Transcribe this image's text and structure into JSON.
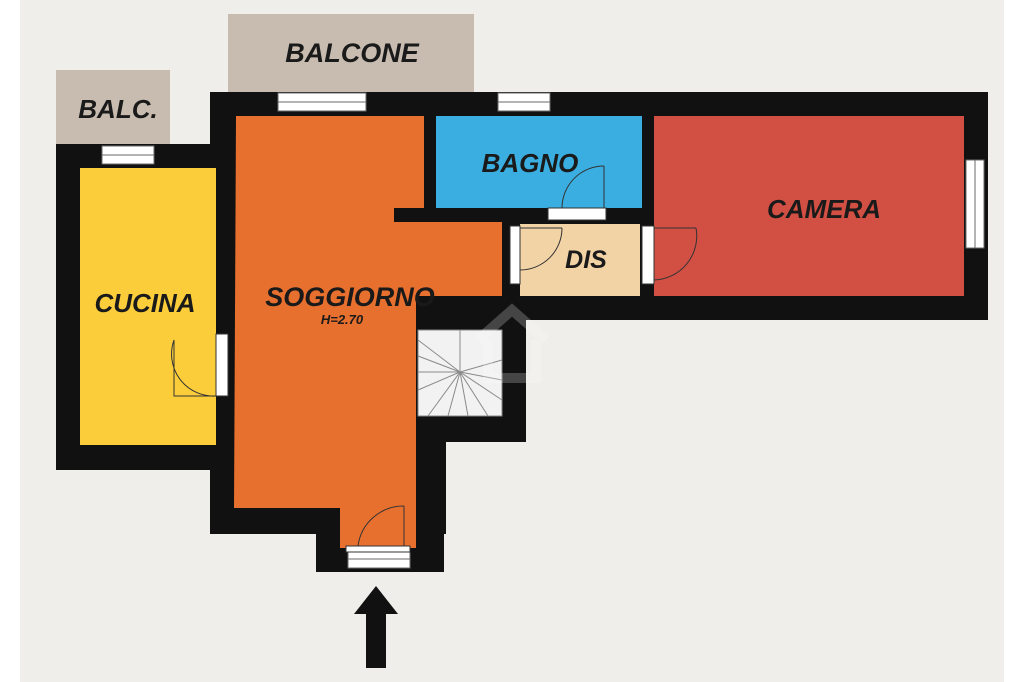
{
  "colors": {
    "background": "#f0eeea",
    "wall": "#111111",
    "balcony": "#c8bcb0",
    "soggiorno": "#e8702f",
    "cucina": "#fccd3a",
    "bagno": "#3aaee0",
    "camera": "#d24f43",
    "dis": "#f2d3a5",
    "stairs": "#f2f2f2",
    "arrow": "#111111"
  },
  "rooms": {
    "balcone": "BALCONE",
    "balc": "BALC.",
    "cucina": "CUCINA",
    "soggiorno": "SOGGIORNO",
    "height": "H=2.70",
    "bagno": "BAGNO",
    "dis": "DIS",
    "camera": "CAMERA"
  },
  "icons": [
    "entrance-arrow-icon",
    "watermark-house-icon"
  ]
}
